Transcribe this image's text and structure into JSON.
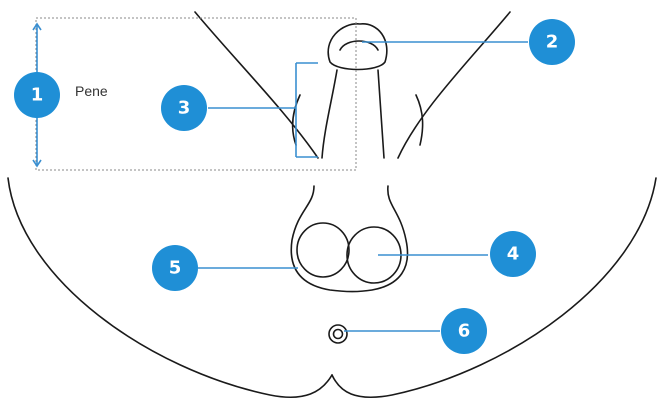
{
  "markers": [
    {
      "number": "1"
    },
    {
      "number": "2"
    },
    {
      "number": "3"
    },
    {
      "number": "4"
    },
    {
      "number": "5"
    },
    {
      "number": "6"
    }
  ],
  "labels": {
    "marker_1": "Pene"
  },
  "colors": {
    "marker_fill": "#1f8fd6",
    "leader_line": "#3a8fd0",
    "outline": "#1a1a1a",
    "dashed_box": "#8a8a8a",
    "background": "#ffffff"
  }
}
